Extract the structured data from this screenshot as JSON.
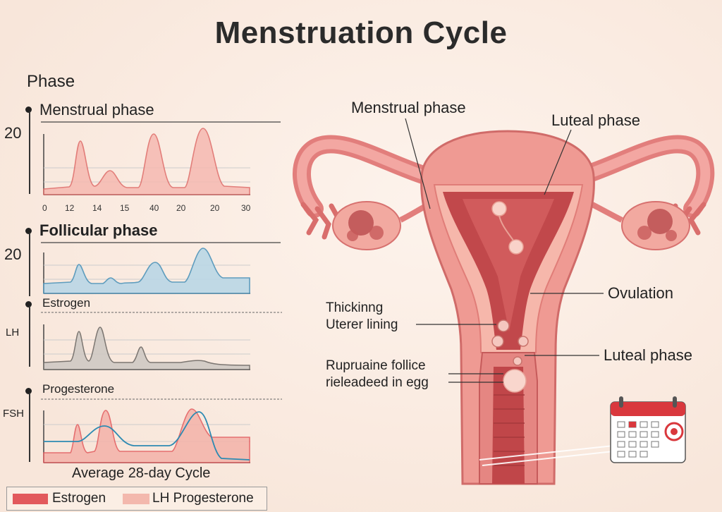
{
  "title": "Menstruation Cycle",
  "left": {
    "phase_heading": "Phase",
    "panels": [
      {
        "label": "Menstrual phase",
        "y_value": "20"
      },
      {
        "label": "Follicular phase",
        "y_value": "20"
      },
      {
        "label": "Estrogen",
        "y_value": "LH"
      },
      {
        "label": "Progesterone",
        "y_value": "FSH"
      }
    ],
    "x_ticks": [
      "0",
      "12",
      "14",
      "15",
      "40",
      "20",
      "20",
      "30"
    ],
    "x_caption": "Average 28-day Cycle"
  },
  "legend": {
    "items": [
      {
        "label": "Estrogen",
        "color": "#e2595c"
      },
      {
        "label": "LH Progesterone",
        "color": "#f3b8ad"
      }
    ]
  },
  "diagram": {
    "labels": {
      "menstrual": "Menstrual phase",
      "luteal_top": "Luteal phase",
      "ovulation": "Ovulation",
      "luteal_bottom": "Luteal phase",
      "thickening_1": "Thickinng",
      "thickening_2": "Uterer lining",
      "rupture_1": "Rupruaine follice",
      "rupture_2": "rieleadeed in egg"
    }
  },
  "colors": {
    "uterus": "#e98f89",
    "uterus_dark": "#c2474b",
    "chart_red": "#f4b3ab",
    "chart_blue": "#b8d6e4"
  }
}
